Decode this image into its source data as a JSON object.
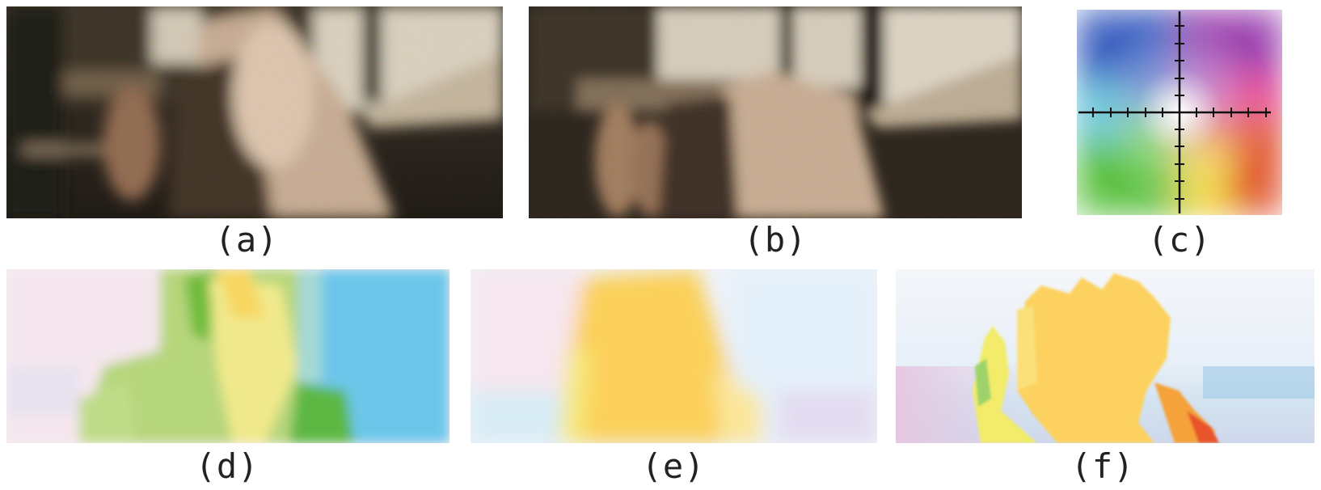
{
  "figure": {
    "panels": [
      {
        "id": "a",
        "label": "(a)",
        "content": "blurred noisy input frame 1"
      },
      {
        "id": "b",
        "label": "(b)",
        "content": "blurred noisy input frame 2"
      },
      {
        "id": "c",
        "label": "(c)",
        "content": "optical flow color wheel key"
      },
      {
        "id": "d",
        "label": "(d)",
        "content": "estimated flow field (method 1)"
      },
      {
        "id": "e",
        "label": "(e)",
        "content": "estimated flow field (method 2)"
      },
      {
        "id": "f",
        "label": "(f)",
        "content": "ground truth flow field"
      }
    ]
  },
  "colors": {
    "photo_dark": "#2a231c",
    "photo_light": "#d9cfbf",
    "skin": "#b08c73",
    "flow_green": "#8fc53f",
    "flow_yellow": "#fcd25a",
    "flow_blue": "#63c5ec",
    "flow_pink": "#f3dbe4",
    "axis": "#111111"
  }
}
